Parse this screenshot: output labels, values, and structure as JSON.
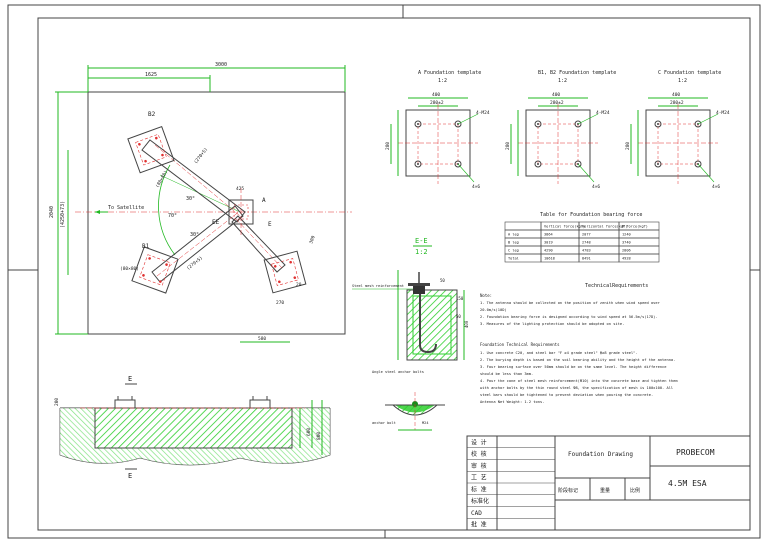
{
  "drawing": {
    "plan_view": {
      "dim_total_width": "3000",
      "dim_partial_width": "1625",
      "dim_height": "2040",
      "dim_height2": "(4250+73)",
      "direction_label": "To Satellite",
      "pad_labels": [
        "B2",
        "B1",
        "A"
      ],
      "angle_labels": [
        "30°",
        "70°",
        "30°"
      ],
      "misc_dims": [
        "(270+5)",
        "(270+5)",
        "425",
        "(80×80)",
        "(80×80)",
        "300",
        "580",
        "20",
        "270"
      ],
      "foundation_labels": [
        "EE",
        "E"
      ]
    },
    "templates": [
      {
        "title": "A Foundation template",
        "scale": "1:2",
        "dim_outer": "400",
        "dim_inner": "280±2",
        "hole_callout": "4-M24",
        "side_dim": "280",
        "bottom_note": "4×6"
      },
      {
        "title": "B1, B2 Foundation template",
        "scale": "1:2",
        "dim_outer": "400",
        "dim_inner": "280±2",
        "hole_callout": "4-M24",
        "side_dim": "280",
        "bottom_note": "4×6"
      },
      {
        "title": "C Foundation template",
        "scale": "1:2",
        "dim_outer": "400",
        "dim_inner": "280±2",
        "hole_callout": "4-M24",
        "side_dim": "280",
        "bottom_note": "4×6"
      }
    ],
    "section_view": {
      "title": "E-E",
      "scale": "1:2",
      "left_note": "Steel mesh reinforcement",
      "bottom_note": "Angle steel anchor bolts",
      "small_notes": [
        "anchor bolt",
        "M24"
      ],
      "dims": [
        "50",
        "400",
        "150",
        "50"
      ]
    },
    "elevation": {
      "label_top": "E",
      "label_bottom": "E",
      "dims": [
        "200",
        "600",
        "800"
      ]
    },
    "force_table": {
      "title": "Table for Foundation bearing force",
      "headers": [
        "",
        "Vertical force(kgf)",
        "Horizontal force(kgf)",
        "M force(kgf)"
      ],
      "rows": [
        [
          "A leg",
          "3864",
          "2077",
          "1240"
        ],
        [
          "B leg",
          "3019",
          "2748",
          "3740"
        ],
        [
          "C leg",
          "4290",
          "4783",
          "2806"
        ],
        [
          "Total",
          "10618",
          "8491",
          "4928"
        ]
      ]
    },
    "requirements": {
      "heading": "TechnicalRequirements",
      "note_label": "Note:",
      "notes": [
        "1. The antenna should be collected on the position of zenith when wind speed over",
        "20.0m/s(10D)",
        "2. Foundation bearing force is designed according to wind speed at 56.5m/s(17D).",
        "3. Measures of the lighting protection should be adopted on site."
      ],
      "foundation_heading": "Foundation Technical Requirements",
      "foundation_notes": [
        "1. Use concrete C20, and steel bar \"F ≥4 grade steel\" ф≥8 grade steel\".",
        "2. The burying depth is based on the soil bearing ability and the height of the antenna.",
        "3. Four bearing surface over 50mm should be on the same level. The height difference",
        "should be less than 3mm.",
        "4. Pour the cone of steel mesh reinforcement(Ф10) into the concrete base and tighten them",
        "with anchor bolts by  the  thin round steel Ф8, the specification of mesh is 100x100. All",
        "steel bars should be tightened to prevent  deviation when pouring the concrete.",
        "Antenna Net Weight: 1.2 tons."
      ]
    },
    "title_block": {
      "left_labels": [
        "设 计",
        "校 核",
        "审 核",
        "工 艺",
        "标 准",
        "标准化",
        "CAD",
        "批 准"
      ],
      "drawing_name": "Foundation Drawing",
      "company": "PROBECOM",
      "product": "4.5M ESA",
      "bottom_labels": [
        "阶段标记",
        "重量",
        "比例"
      ]
    }
  },
  "colors": {
    "line": "#3a3a3a",
    "dim_green": "#22b822",
    "hatch_green": "#2fcf2f",
    "red": "#e03030",
    "text": "#222222"
  }
}
